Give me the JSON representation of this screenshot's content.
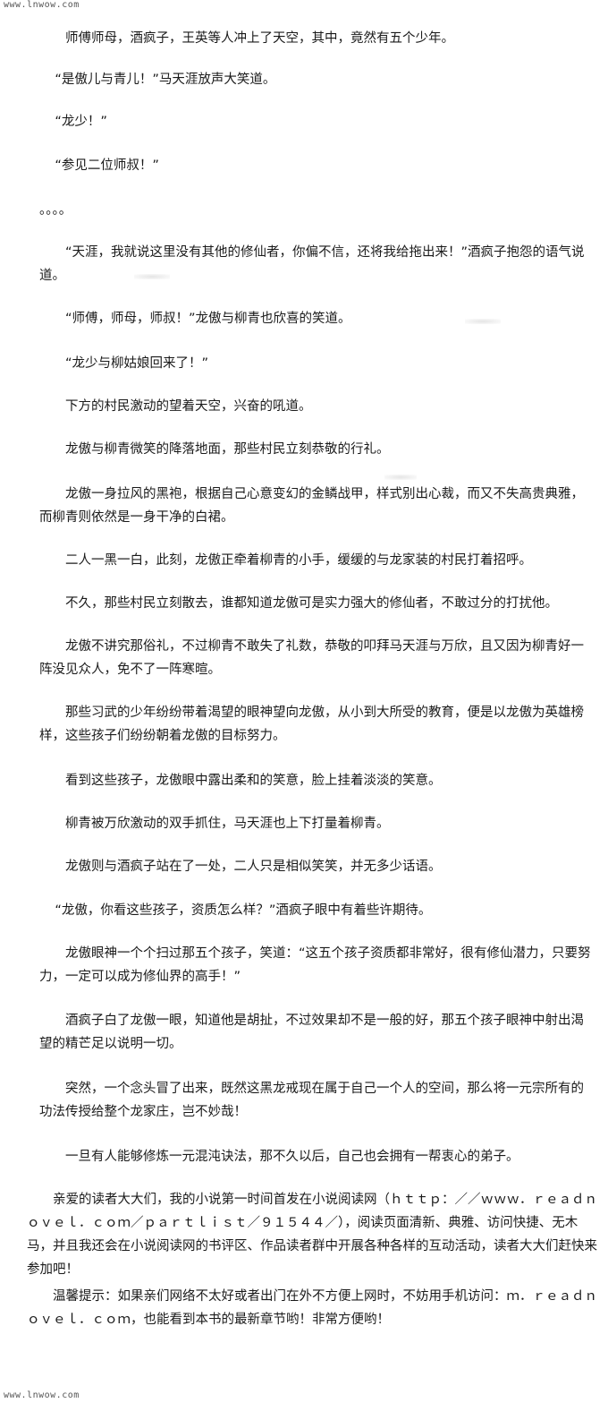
{
  "watermark": {
    "top": "www.lnwow.com",
    "bottom": "www.lnwow.com"
  },
  "paragraphs": [
    "师傅师母，酒疯子，王英等人冲上了天空，其中，竟然有五个少年。",
    "“是傲儿与青儿！”马天涯放声大笑道。",
    "“龙少！”",
    "“参见二位师叔！”",
    "。。。。",
    "“天涯，我就说这里没有其他的修仙者，你偏不信，还将我给拖出来！”酒疯子抱怨的语气说道。",
    "“师傅，师母，师叔！”龙傲与柳青也欣喜的笑道。",
    "“龙少与柳姑娘回来了！”",
    "下方的村民激动的望着天空，兴奋的吼道。",
    "龙傲与柳青微笑的降落地面，那些村民立刻恭敬的行礼。",
    "龙傲一身拉风的黑袍，根据自己心意变幻的金鳞战甲，样式别出心裁，而又不失高贵典雅，而柳青则依然是一身干净的白裙。",
    "二人一黑一白，此刻，龙傲正牵着柳青的小手，缓缓的与龙家装的村民打着招呼。",
    "不久，那些村民立刻散去，谁都知道龙傲可是实力强大的修仙者，不敢过分的打扰他。",
    "龙傲不讲究那俗礼，不过柳青不敢失了礼数，恭敬的叩拜马天涯与万欣，且又因为柳青好一阵没见众人，免不了一阵寒暄。",
    "那些习武的少年纷纷带着渴望的眼神望向龙傲，从小到大所受的教育，便是以龙傲为英雄榜样，这些孩子们纷纷朝着龙傲的目标努力。",
    "看到这些孩子，龙傲眼中露出柔和的笑意，脸上挂着淡淡的笑意。",
    "柳青被万欣激动的双手抓住，马天涯也上下打量着柳青。",
    "龙傲则与酒疯子站在了一处，二人只是相似笑笑，并无多少话语。",
    "“龙傲，你看这些孩子，资质怎么样？”酒疯子眼中有着些许期待。",
    "龙傲眼神一个个扫过那五个孩子，笑道：“这五个孩子资质都非常好，很有修仙潜力，只要努力，一定可以成为修仙界的高手！”",
    "酒疯子白了龙傲一眼，知道他是胡扯，不过效果却不是一般的好，那五个孩子眼神中射出渴望的精芒足以说明一切。",
    "突然，一个念头冒了出来，既然这黑龙戒现在属于自己一个人的空间，那么将一元宗所有的功法传授给整个龙家庄，岂不妙哉！",
    "一旦有人能够修炼一元混沌诀法，那不久以后，自己也会拥有一帮衷心的弟子。",
    "亲爱的读者大大们，我的小说第一时间首发在小说阅读网（ｈｔｔｐ：／／ｗｗｗ．ｒｅａｄｎｏｖｅｌ．ｃｏｍ／ｐａｒｔｌｉｓｔ／９１５４４／），阅读页面清新、典雅、访问快捷、无木马，并且我还会在小说阅读网的书评区、作品读者群中开展各种各样的互动活动，读者大大们赶快来参加吧！",
    "温馨提示：如果亲们网络不太好或者出门在外不方便上网时，不妨用手机访问：ｍ．ｒｅａｄｎｏｖｅｌ．ｃｏｍ，也能看到本书的最新章节哟！非常方便哟！"
  ]
}
